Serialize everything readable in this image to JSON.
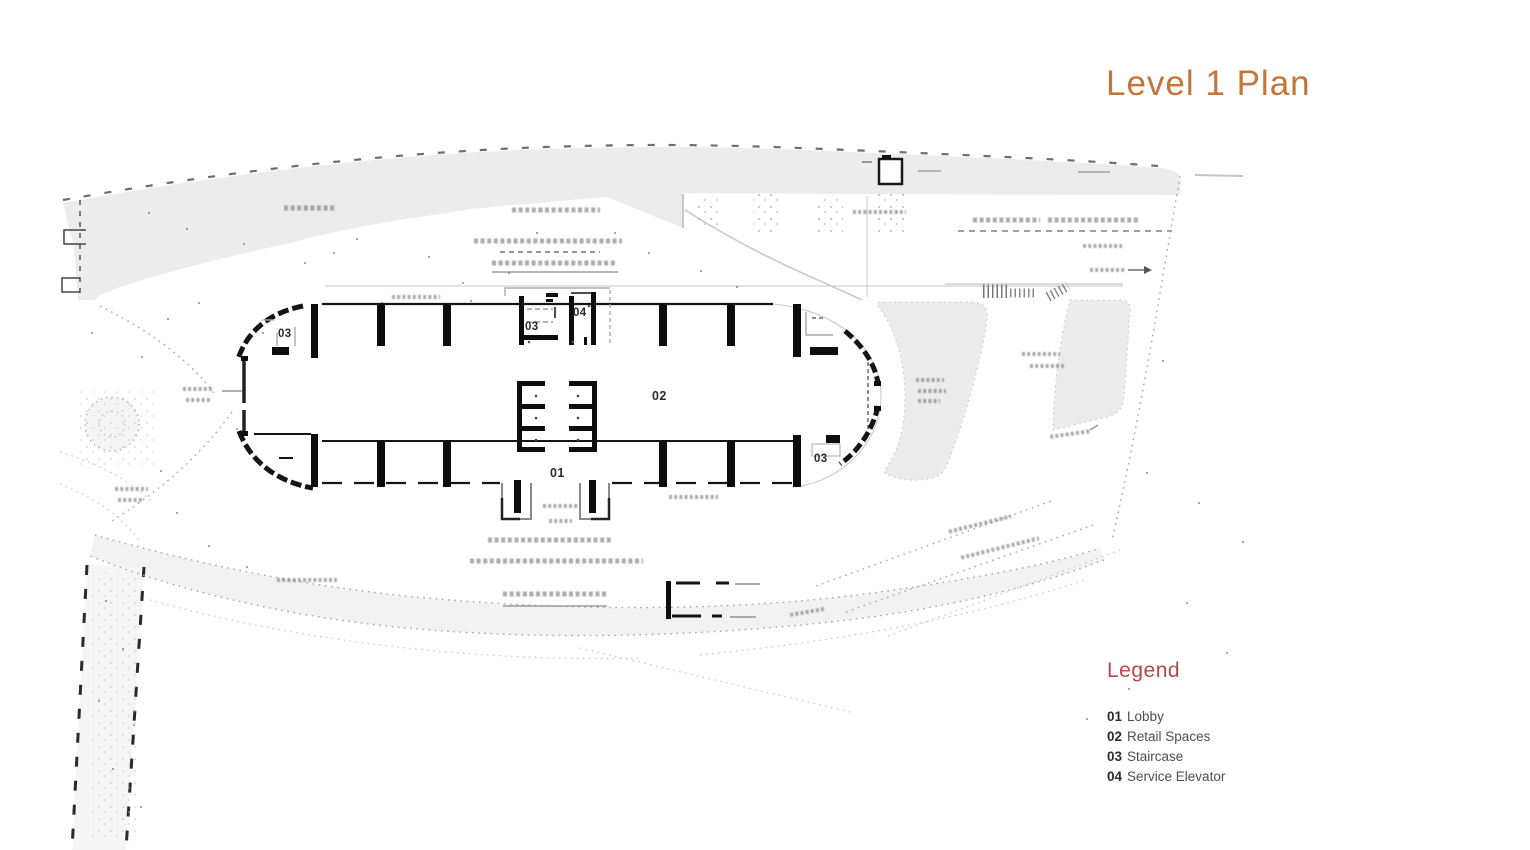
{
  "title": "Level 1 Plan",
  "legend": {
    "heading": "Legend",
    "items": [
      {
        "code": "01",
        "label": "Lobby"
      },
      {
        "code": "02",
        "label": "Retail Spaces"
      },
      {
        "code": "03",
        "label": "Staircase"
      },
      {
        "code": "04",
        "label": "Service Elevator"
      }
    ]
  },
  "plan_labels": {
    "lobby": "01",
    "retail": "02",
    "staircase_left": "03",
    "staircase_core": "03",
    "staircase_right": "03",
    "service_elevator": "04"
  },
  "colors": {
    "title_accent": "#C1773C",
    "legend_accent": "#B04A4C",
    "plan_line": "#141414",
    "site_fill": "#ECECEC"
  }
}
